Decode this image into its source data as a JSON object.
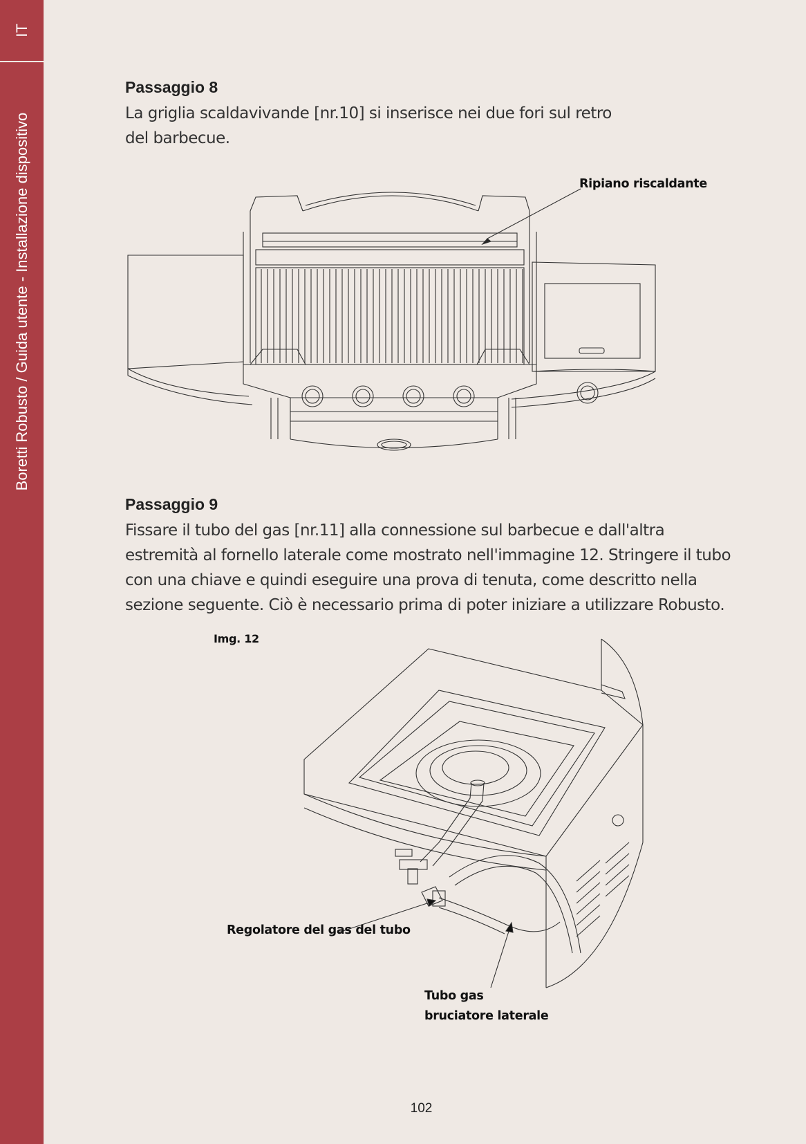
{
  "sidebar": {
    "language": "IT",
    "section_title": "Boretti Robusto / Guida utente - Installazione dispositivo"
  },
  "step8": {
    "title": "Passaggio 8",
    "text": "La griglia scaldavivande [nr.10] si inserisce nei due fori sul retro del barbecue.",
    "label_warming_rack": "Ripiano riscaldante"
  },
  "step9": {
    "title": "Passaggio 9",
    "text": "Fissare il tubo del gas [nr.11] alla connessione sul barbecue e dall'altra estremità al fornello laterale come mostrato nell'immagine 12. Stringere il tubo con una chiave e quindi eseguire una prova di tenuta, come descritto nella sezione seguente. Ciò è necessario prima di poter iniziare a utilizzare Robusto.",
    "figure_caption": "Img.  12",
    "label_regulator": "Regolatore del gas del tubo",
    "label_hose_line1": "Tubo gas",
    "label_hose_line2": "bruciatore laterale"
  },
  "page_number": "102"
}
